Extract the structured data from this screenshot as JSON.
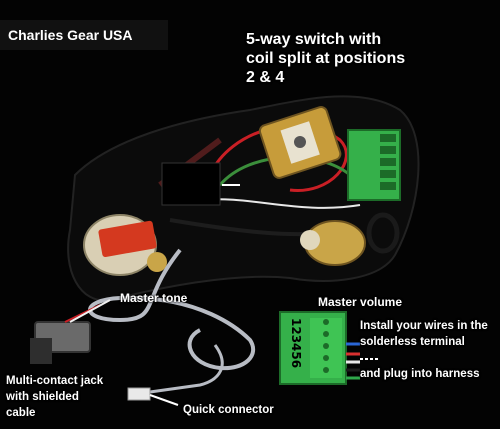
{
  "brand": "Charlies Gear USA",
  "headline": [
    "5-way switch with",
    "coil split at positions",
    "2 & 4"
  ],
  "labels": {
    "master_tone": "Master tone",
    "master_volume": "Master volume",
    "jack": [
      "Multi-contact jack",
      "with shielded",
      "cable"
    ],
    "quick_connector": "Quick connector",
    "terminal": [
      "Install your wires in the",
      "solderless terminal",
      "and plug into harness"
    ]
  },
  "terminal_numbers": "123456",
  "colors": {
    "background": "#030303",
    "terminal_green": "#35b04a",
    "pickguard": "#0b0b0b",
    "pot_body": "#d9cfb4"
  }
}
